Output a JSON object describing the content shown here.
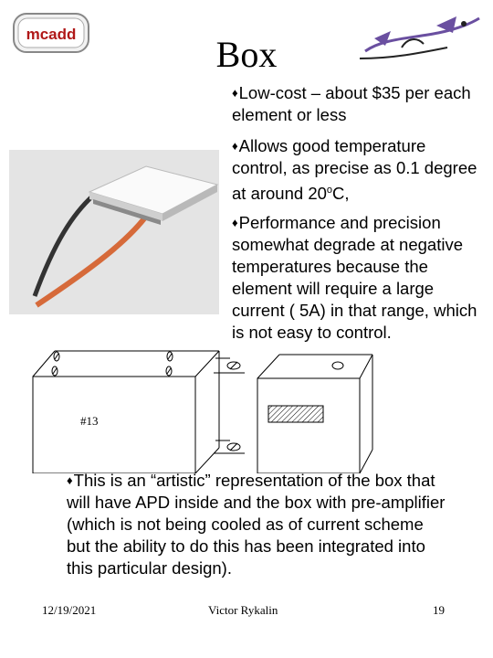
{
  "slide": {
    "title": "Box",
    "bullet_symbol": "♦",
    "bullets": [
      "Low-cost – about $35 per each element or less",
      "Allows good temperature control, as precise as 0.1 degree at around 20",
      "Performance and precision somewhat degrade at negative temperatures because the element will require a large current ( 5A) in that range, which is not easy to control.",
      "This is an “artistic” representation of the box that will have APD inside and the box with pre-amplifier (which is not being cooled as of current scheme but the ability to do this has been integrated into this particular design)."
    ],
    "degree_sup": "o",
    "degree_suffix": "C,",
    "approx_symbol": "",
    "diagram_label": "#13"
  },
  "logos": {
    "left_text": "mcadd"
  },
  "footer": {
    "date": "12/19/2021",
    "author": "Victor Rykalin",
    "page": "19"
  },
  "colors": {
    "logo_red": "#b01818",
    "swoosh_purple": "#6a4fa0",
    "wire_orange": "#d66a3a",
    "wire_dark": "#333333",
    "photo_bg": "#e4e4e4"
  }
}
